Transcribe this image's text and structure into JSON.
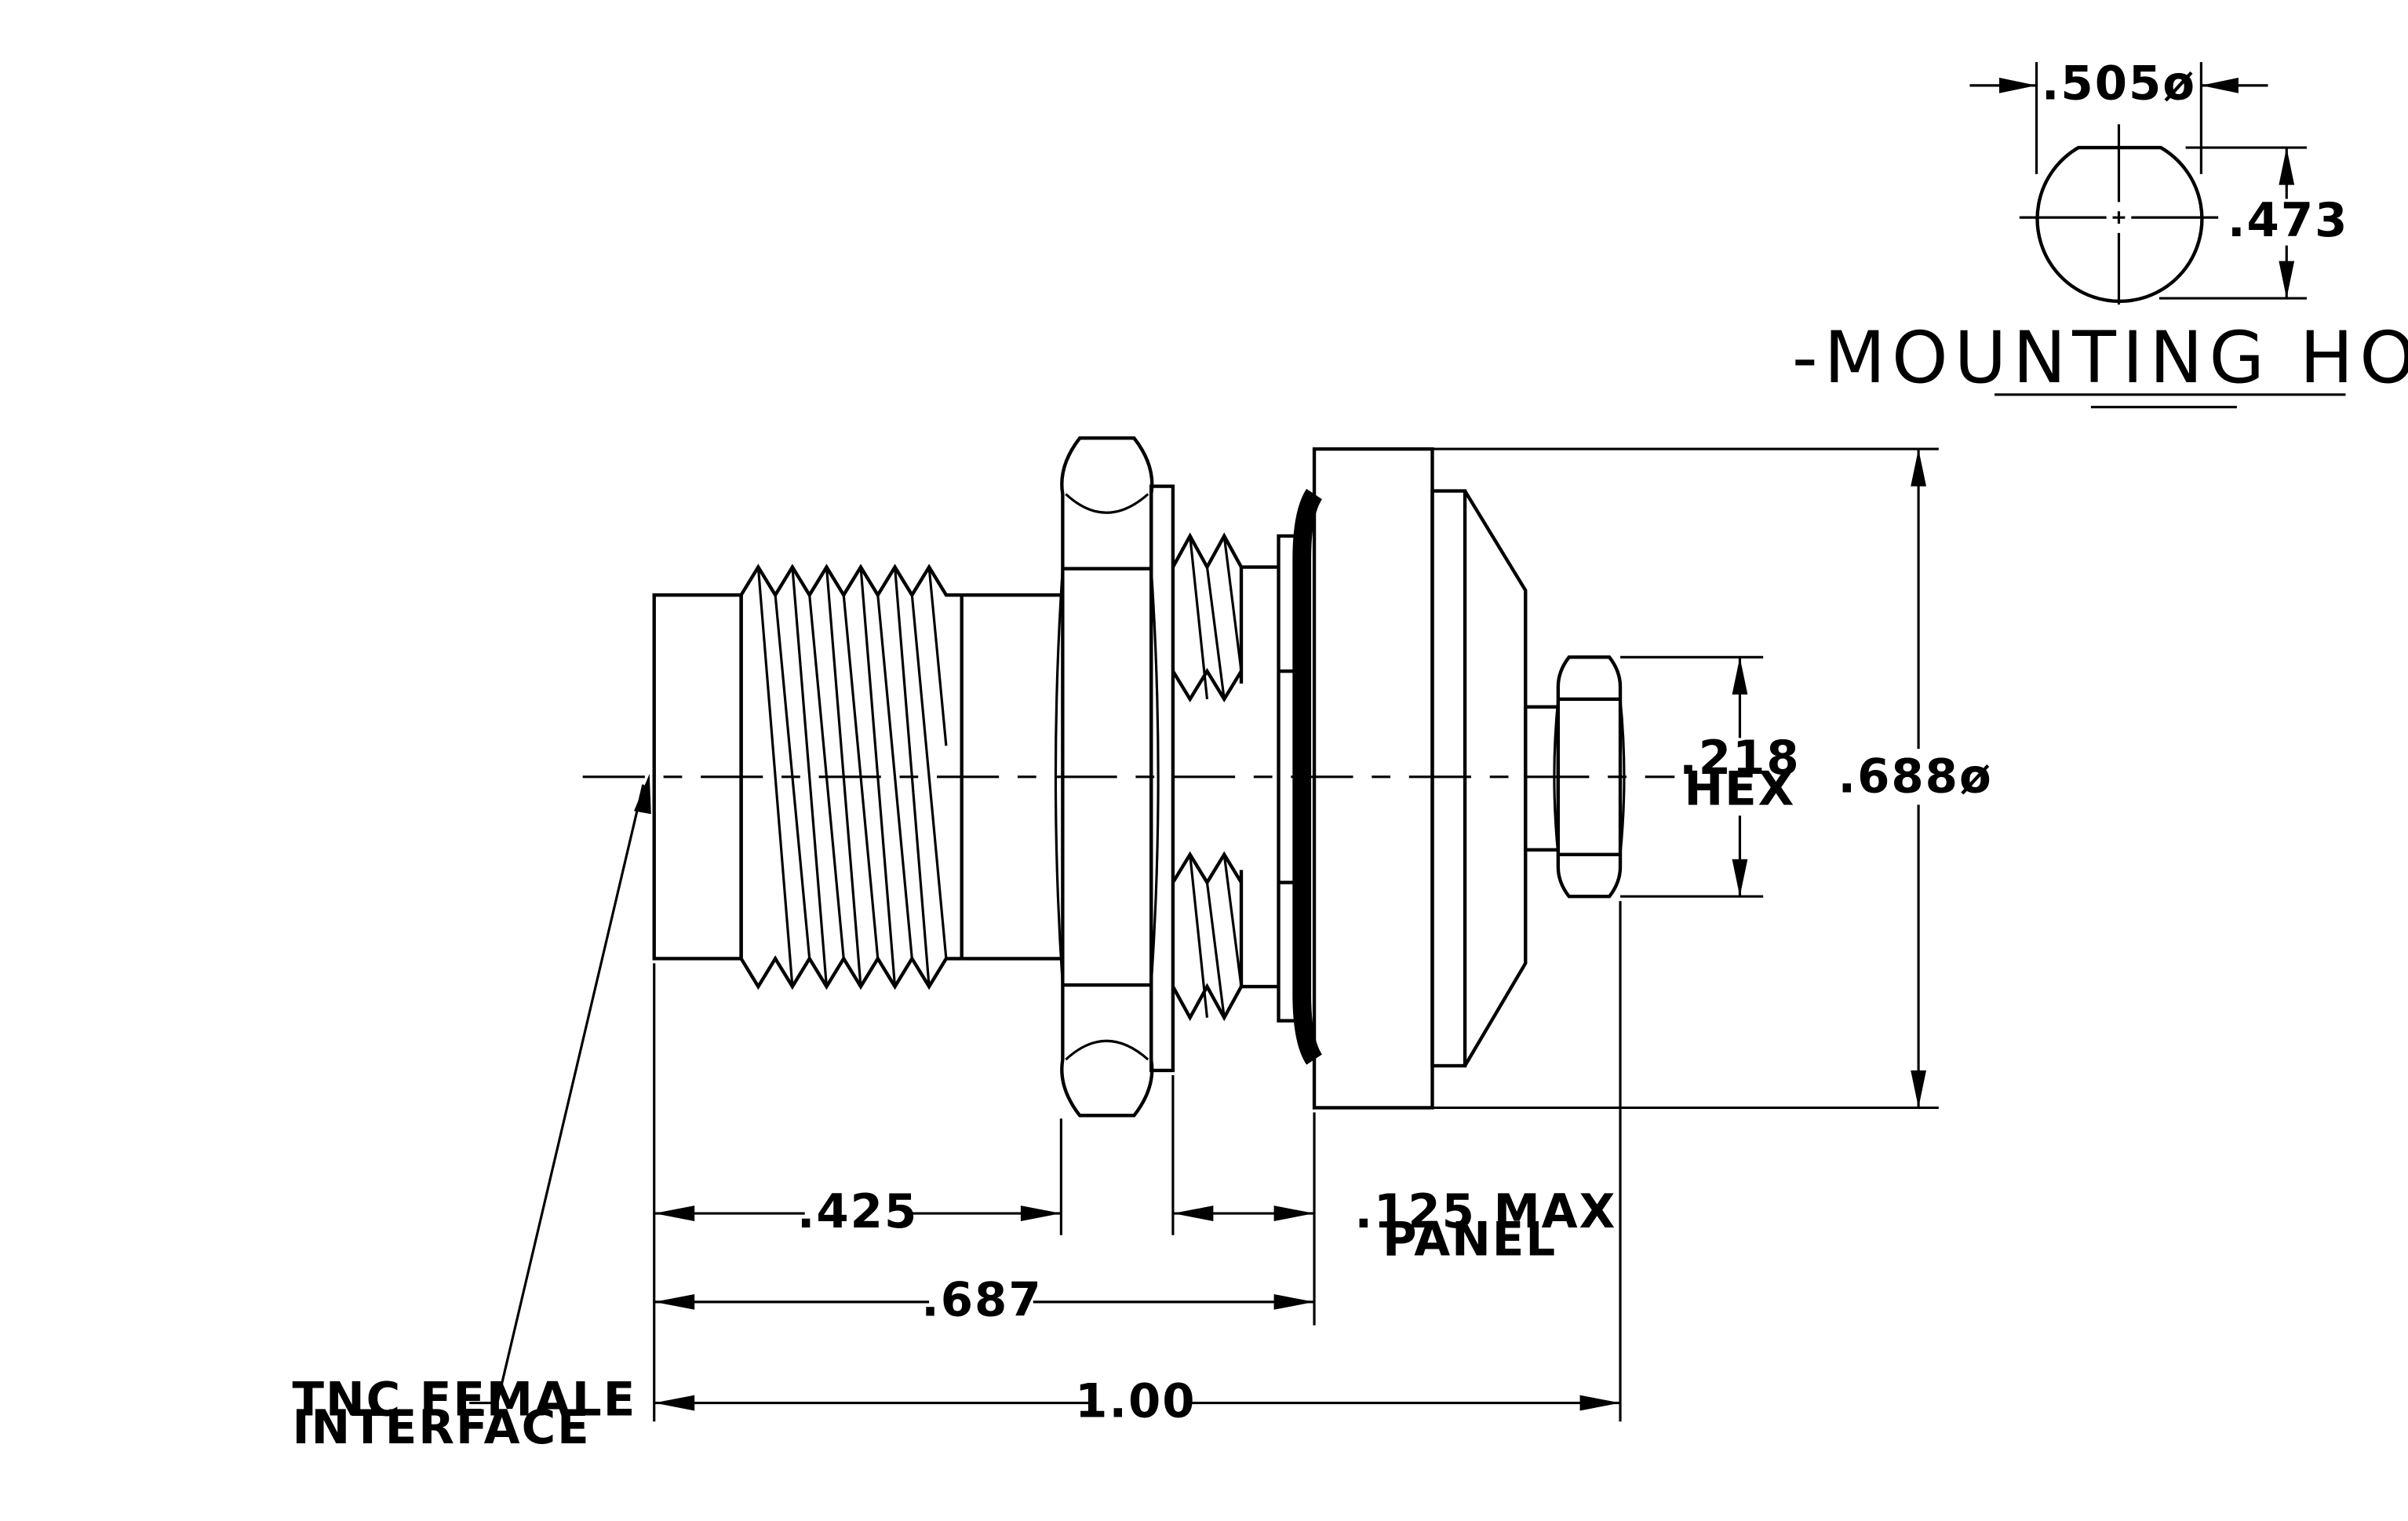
{
  "labels": {
    "mounting_hole_width": ".505ø",
    "mounting_hole_flat": ".473",
    "mounting_hole_title": "-MOUNTING HOLE-",
    "hex_size_line1": ".218",
    "hex_size_line2": "HEX",
    "flange_diameter": ".688ø",
    "dim_425": ".425",
    "panel_line1": ".125 MAX",
    "panel_line2": "PANEL",
    "dim_687": ".687",
    "dim_100": "1.00",
    "interface_line1": "TNC FEMALE",
    "interface_line2": "INTERFACE"
  }
}
